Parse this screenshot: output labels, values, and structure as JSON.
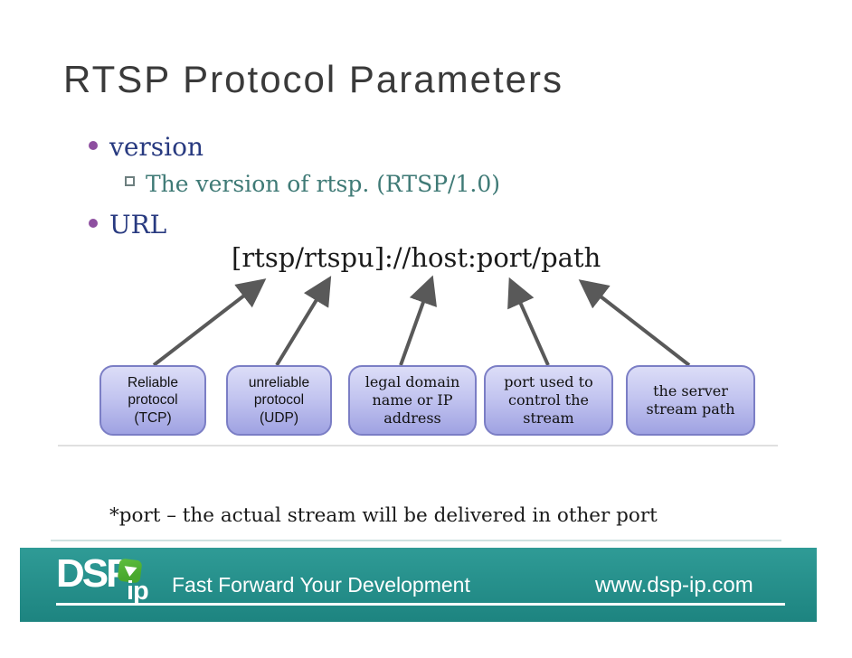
{
  "slide": {
    "title": "RTSP Protocol Parameters",
    "bullet_version": "version",
    "bullet_version_sub": "The version of rtsp. (RTSP/1.0)",
    "bullet_url": "URL",
    "url_pattern": "[rtsp/rtspu]://host:port/path",
    "footnote": "*port – the actual stream will be delivered in other port"
  },
  "diagram": {
    "boxes": [
      {
        "label": "Reliable\nprotocol\n(TCP)"
      },
      {
        "label": "unreliable\nprotocol\n(UDP)"
      },
      {
        "label": "legal domain\nname or IP\naddress"
      },
      {
        "label": "port used to\ncontrol the\nstream"
      },
      {
        "label": "the server\nstream path"
      }
    ]
  },
  "footer": {
    "logo_dsp": "DSP",
    "logo_ip": "ip",
    "tagline": "Fast Forward Your Development",
    "website": "www.dsp-ip.com"
  },
  "colors": {
    "title_gray": "#3a3a3a",
    "bullet_purple": "#8e4fa0",
    "heading_navy": "#283a80",
    "sub_teal": "#3f7a76",
    "body_black": "#1a1a1a",
    "box_border": "#7b7ec5",
    "box_fill_top": "#dcddf7",
    "box_fill_bottom": "#9fa2e2",
    "arrow_gray": "#595959",
    "banner_teal_top": "#2f9b96",
    "banner_teal_bottom": "#1d8480",
    "logo_green": "#48a82d"
  }
}
